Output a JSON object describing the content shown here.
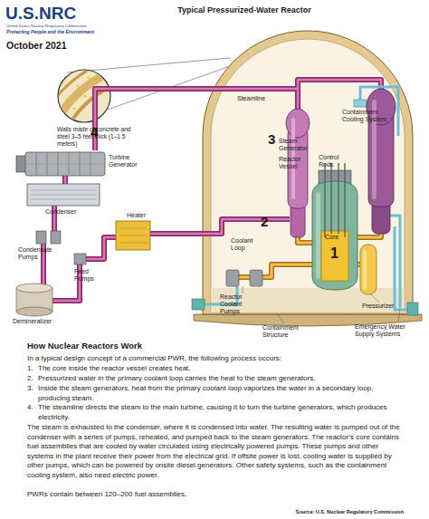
{
  "diagram": {
    "title": "Typical Pressurized-Water Reactor",
    "labels": [
      "U.S.NRC",
      "United States Nuclear Regulatory Commission",
      "Protecting People and the Environment",
      "October 2021",
      "Walls made of concrete and steel 3–5 feet thick (1–1.5 meters)",
      "Steamline",
      "Containment Cooling System",
      "3",
      "Steam Generator",
      "Reactor Vessel",
      "Control Rods",
      "4",
      "Turbine Generator",
      "Heater",
      "Condenser",
      "Condensate Pumps",
      "Feed Pumps",
      "Demineralizer",
      "Coolant Loop",
      "2",
      "Core",
      "1",
      "Reactor Coolant Pumps",
      "Containment Structure",
      "Pressurizer",
      "Emergency Water Supply Systems",
      "How Nuclear Reactors Work",
      "In a typical design concept of a commercial PWR, the following process occurs:",
      "1.",
      "The core inside the reactor vessel creates heat.",
      "2.",
      "Pressurized water in the primary coolant loop carries the heat to the steam generators.",
      "3.",
      "Inside the steam generators, heat from the primary coolant loop vaporizes the water in a secondary loop, producing steam.",
      "4.",
      "The steamline directs the steam to the main turbine, causing it to turn the turbine generators, which produces electricity.",
      "The steam is exhausted to the condenser, where it is condensed into water. The resulting water is pumped out of the condenser with a series of pumps, reheated, and pumped back to the steam generators. The reactor’s core contains fuel assemblies that are cooled by water circulated using electrically powered pumps. These pumps and other systems in the plant receive their power from the electrical grid. If offsite power is lost, cooling water is supplied by other pumps, which can be powered by onsite diesel generators. Other safety systems, such as the containment cooling system, also need electric power.",
      "PWRs contain between 120–200 fuel assemblies.",
      "Source: U.S. Nuclear Regulatory Commission"
    ]
  }
}
